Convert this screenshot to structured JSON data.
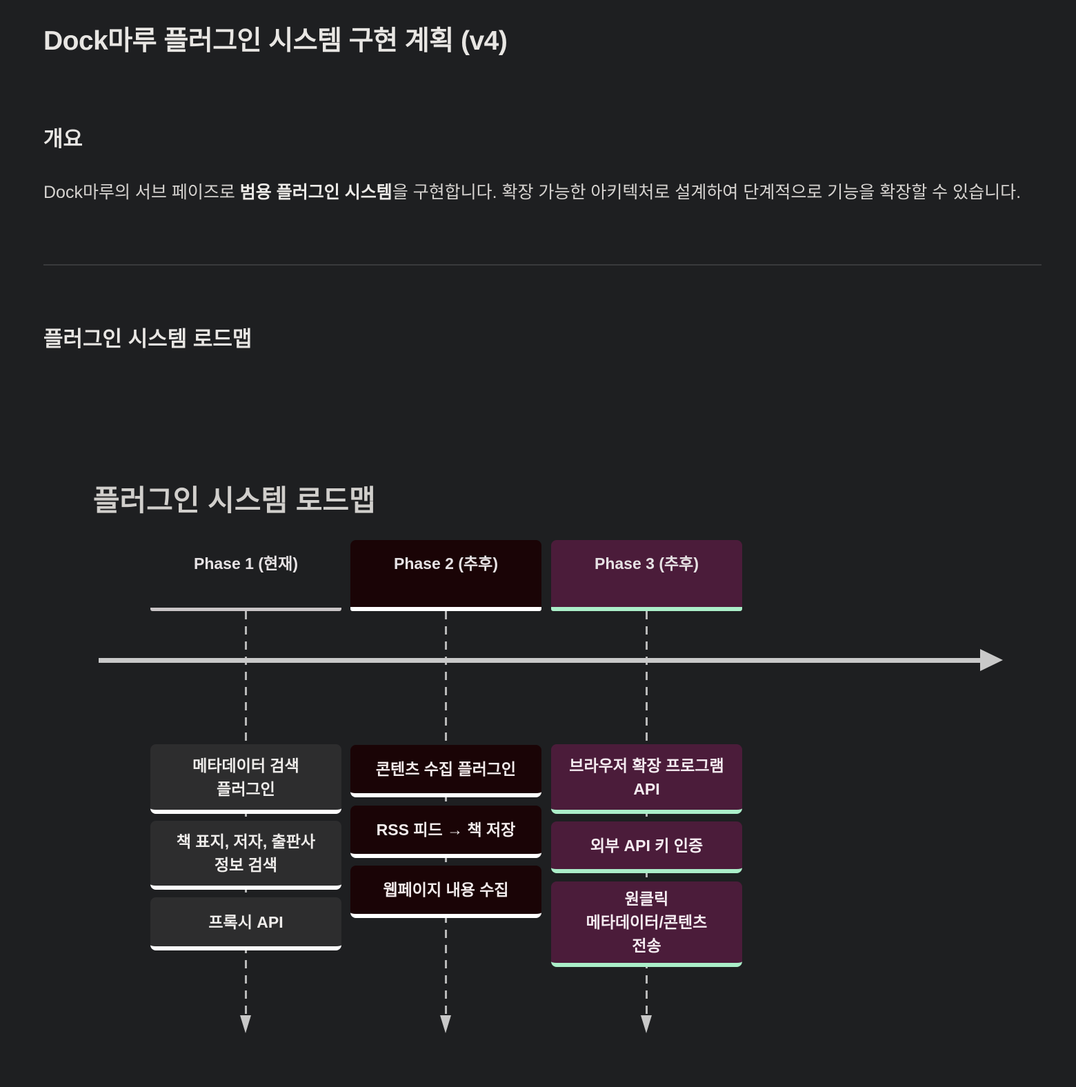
{
  "page": {
    "title": "Dock마루 플러그인 시스템 구현 계획 (v4)",
    "overview": {
      "heading": "개요",
      "body_prefix": "Dock마루의 서브 페이즈로 ",
      "body_bold": "범용 플러그인 시스템",
      "body_suffix": "을 구현합니다. 확장 가능한 아키텍처로 설계하여 단계적으로 기능을 확장할 수 있습니다."
    },
    "roadmap_heading": "플러그인 시스템 로드맵"
  },
  "diagram": {
    "title": "플러그인 시스템 로드맵",
    "phases": [
      {
        "label": "Phase 1 (현재)",
        "items": [
          "메타데이터 검색\n플러그인",
          "책 표지, 저자, 출판사\n정보 검색",
          "프록시 API"
        ]
      },
      {
        "label": "Phase 2 (추후)",
        "items": [
          "콘텐츠 수집 플러그인",
          "RSS 피드 → 책 저장",
          "웹페이지 내용 수집"
        ]
      },
      {
        "label": "Phase 3 (추후)",
        "items": [
          "브라우저 확장 프로그램\nAPI",
          "외부 API 키 인증",
          "원클릭\n메타데이터/콘텐츠\n전송"
        ]
      }
    ],
    "colors": {
      "page_background": "#1e1f21",
      "phase1_box_bg": "#2d2d2e",
      "phase1_accent": "#c9c4c6",
      "phase2_box_bg": "#1a0406",
      "phase2_accent": "#ffffff",
      "phase3_box_bg": "#4b1c3a",
      "phase3_accent": "#abeec9",
      "timeline_color": "#c9c9c9"
    }
  }
}
